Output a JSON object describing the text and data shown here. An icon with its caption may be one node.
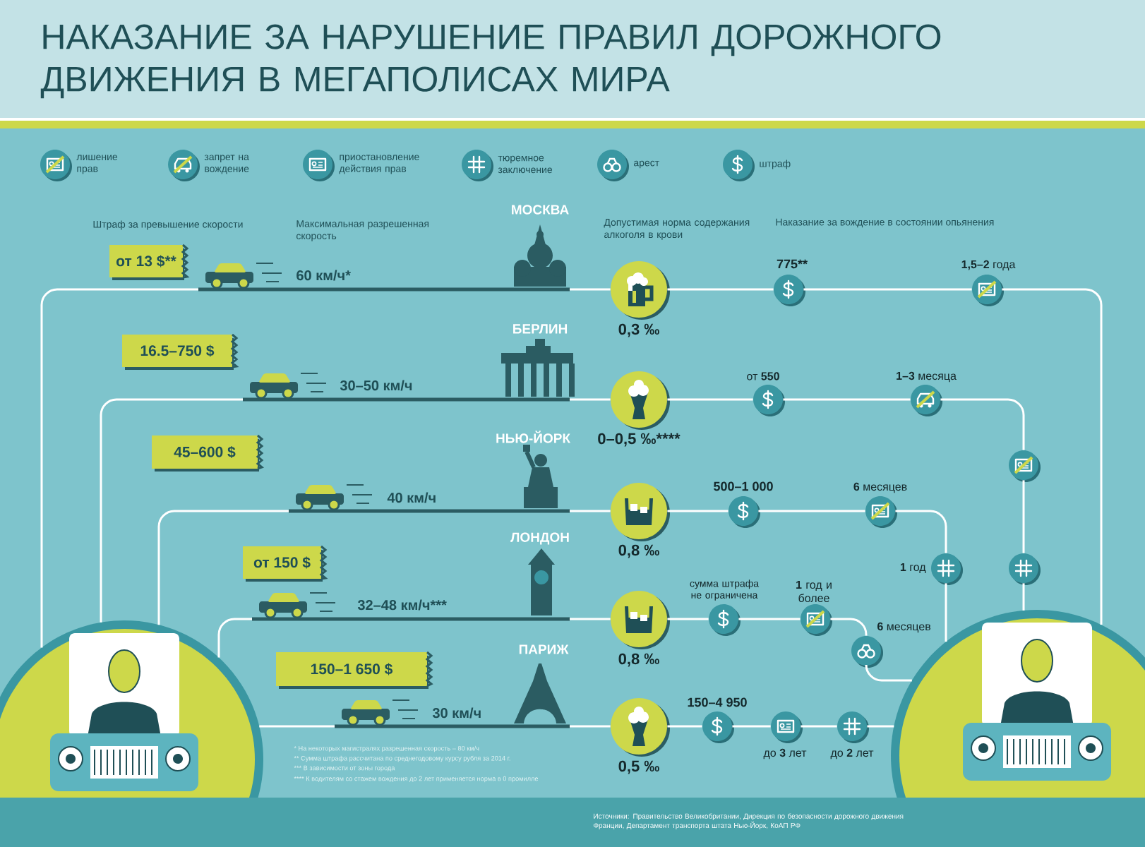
{
  "diagram": {
    "title": "НАКАЗАНИЕ ЗА НАРУШЕНИЕ ПРАВИЛ ДОРОЖНОГО ДВИЖЕНИЯ В МЕГАПОЛИСАХ МИРА",
    "nodes": [
      {
        "text": [],
        "shape": "picture"
      },
      {
        "text": [
          "от 13 $**"
        ]
      },
      {
        "text": [],
        "shape": "circle",
        "beside": [
          "0,3 ‰"
        ]
      },
      {
        "text": [],
        "shape": "circle",
        "beside": [
          "775**"
        ]
      },
      {
        "text": [],
        "shape": "circle",
        "beside": [
          "**1,5–2** года"
        ]
      },
      {
        "text": [
          "16.5–750 $"
        ]
      },
      {
        "text": [],
        "shape": "circle",
        "beside": [
          "0–0,5 ‰****"
        ]
      },
      {
        "text": [],
        "shape": "circle",
        "beside": [
          "от **550**"
        ]
      },
      {
        "text": [],
        "shape": "circle",
        "beside": [
          "**1–3** месяца"
        ]
      },
      {
        "text": [],
        "shape": "circle"
      },
      {
        "text": [],
        "shape": "circle"
      },
      {
        "text": [
          "45–600 $"
        ]
      },
      {
        "text": [],
        "shape": "circle",
        "beside": [
          "0,8 ‰"
        ]
      },
      {
        "text": [],
        "shape": "circle",
        "beside": [
          "500–1 000"
        ]
      },
      {
        "text": [],
        "shape": "circle",
        "beside": [
          "**6** месяцев"
        ]
      },
      {
        "text": [],
        "shape": "circle",
        "beside": [
          "**1** год"
        ]
      },
      {
        "text": [
          "от 150 $"
        ]
      },
      {
        "text": [],
        "shape": "circle",
        "beside": [
          "0,8 ‰"
        ]
      },
      {
        "text": [],
        "shape": "circle",
        "beside": [
          "сумма штрафа не ограничена"
        ]
      },
      {
        "text": [],
        "shape": "circle",
        "beside": [
          "**1** год и более"
        ]
      },
      {
        "text": [],
        "shape": "circle",
        "beside": [
          "**6** месяцев"
        ]
      },
      {
        "text": [
          "150–1 650 $"
        ]
      },
      {
        "text": [],
        "shape": "circle",
        "beside": [
          "0,5 ‰"
        ]
      },
      {
        "text": [],
        "shape": "circle",
        "beside": [
          "150–4 950"
        ]
      },
      {
        "text": [],
        "shape": "circle",
        "beside": [
          "до **3** лет"
        ]
      },
      {
        "text": [],
        "shape": "circle",
        "beside": [
          "до **2** лет"
        ]
      },
      {
        "text": [],
        "shape": "picture"
      }
    ],
    "edges": [
      {
        "from": 0,
        "to": 2,
        "arrow": "none"
      },
      {
        "from": 0,
        "to": 6,
        "arrow": "none"
      },
      {
        "from": 0,
        "to": 12,
        "arrow": "none"
      },
      {
        "from": 0,
        "to": 17,
        "arrow": "none"
      },
      {
        "from": 0,
        "to": 22,
        "arrow": "none"
      },
      {
        "from": 2,
        "to": 3,
        "arrow": "none"
      },
      {
        "from": 3,
        "to": 4,
        "arrow": "none"
      },
      {
        "from": 4,
        "to": 26,
        "arrow": "none"
      },
      {
        "from": 6,
        "to": 7,
        "arrow": "none"
      },
      {
        "from": 7,
        "to": 8,
        "arrow": "none"
      },
      {
        "from": 8,
        "to": 9,
        "arrow": "none"
      },
      {
        "from": 9,
        "to": 10,
        "arrow": "none"
      },
      {
        "from": 10,
        "to": 26,
        "arrow": "none"
      },
      {
        "from": 12,
        "to": 13,
        "arrow": "none"
      },
      {
        "from": 13,
        "to": 14,
        "arrow": "none"
      },
      {
        "from": 14,
        "to": 15,
        "arrow": "none"
      },
      {
        "from": 15,
        "to": 26,
        "arrow": "none"
      },
      {
        "from": 17,
        "to": 18,
        "arrow": "none"
      },
      {
        "from": 18,
        "to": 19,
        "arrow": "none"
      },
      {
        "from": 19,
        "to": 20,
        "arrow": "none"
      },
      {
        "from": 20,
        "to": 26,
        "arrow": "none"
      },
      {
        "from": 22,
        "to": 23,
        "arrow": "none"
      },
      {
        "from": 23,
        "to": 24,
        "arrow": "none"
      },
      {
        "from": 24,
        "to": 25,
        "arrow": "none"
      },
      {
        "from": 25,
        "to": 26,
        "arrow": "none"
      }
    ],
    "labels": [
      "Штраф за превышение скорости",
      "Максимальная разрешенная скорость",
      "МОСКВА",
      "Допустимая норма содержания алкоголя в крови",
      "Наказание за вождение в состоянии опьянения",
      "60 км/ч*",
      "БЕРЛИН",
      "30–50 км/ч",
      "НЬЮ-ЙОРК",
      "40 км/ч",
      "ЛОНДОН",
      "32–48 км/ч***",
      "ПАРИЖ",
      "30 км/ч",
      "* На некоторых магистралях разрешенная скорость – 80 км/ч",
      "** Сумма штрафа рассчитана по среднегодовому курсу рубля за 2014 г.",
      "*** В зависимости от зоны города",
      "**** К водителям со стажем вождения до 2 лет применяется норма в 0 промилле",
      "Источники: Правительство Великобритании, Дирекция по безопасности дорожного движения Франции, Департамент транспорта штата Нью-Йорк, КоАП РФ"
    ],
    "legend": [
      {
        "text": "лишение прав"
      },
      {
        "text": "запрет на вождение"
      },
      {
        "text": "приостановление действия прав"
      },
      {
        "text": "тюремное заключение"
      },
      {
        "text": "арест"
      },
      {
        "text": "штраф"
      }
    ]
  }
}
